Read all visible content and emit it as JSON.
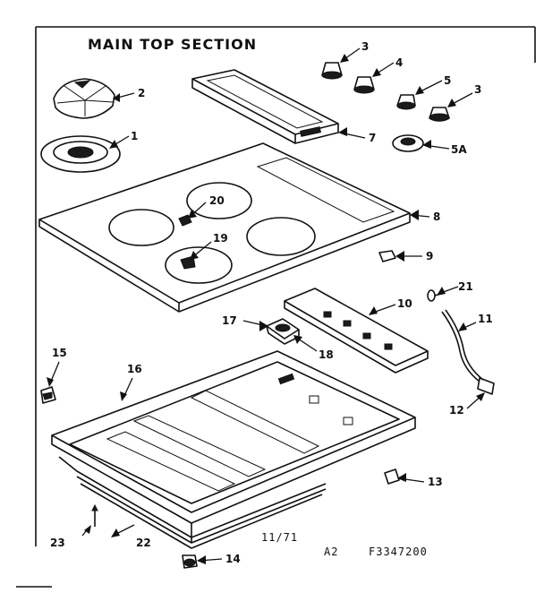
{
  "diagram": {
    "title": "MAIN TOP SECTION",
    "date_code": "11/71",
    "revision": "A2",
    "part_number": "F3347200"
  },
  "callouts": {
    "c1": "1",
    "c2": "2",
    "c3a": "3",
    "c3b": "3",
    "c4": "4",
    "c5": "5",
    "c5a": "5A",
    "c7": "7",
    "c8": "8",
    "c9": "9",
    "c10": "10",
    "c11": "11",
    "c12": "12",
    "c13": "13",
    "c14": "14",
    "c15": "15",
    "c16": "16",
    "c17": "17",
    "c18": "18",
    "c19": "19",
    "c20": "20",
    "c21": "21",
    "c22": "22",
    "c23": "23"
  }
}
